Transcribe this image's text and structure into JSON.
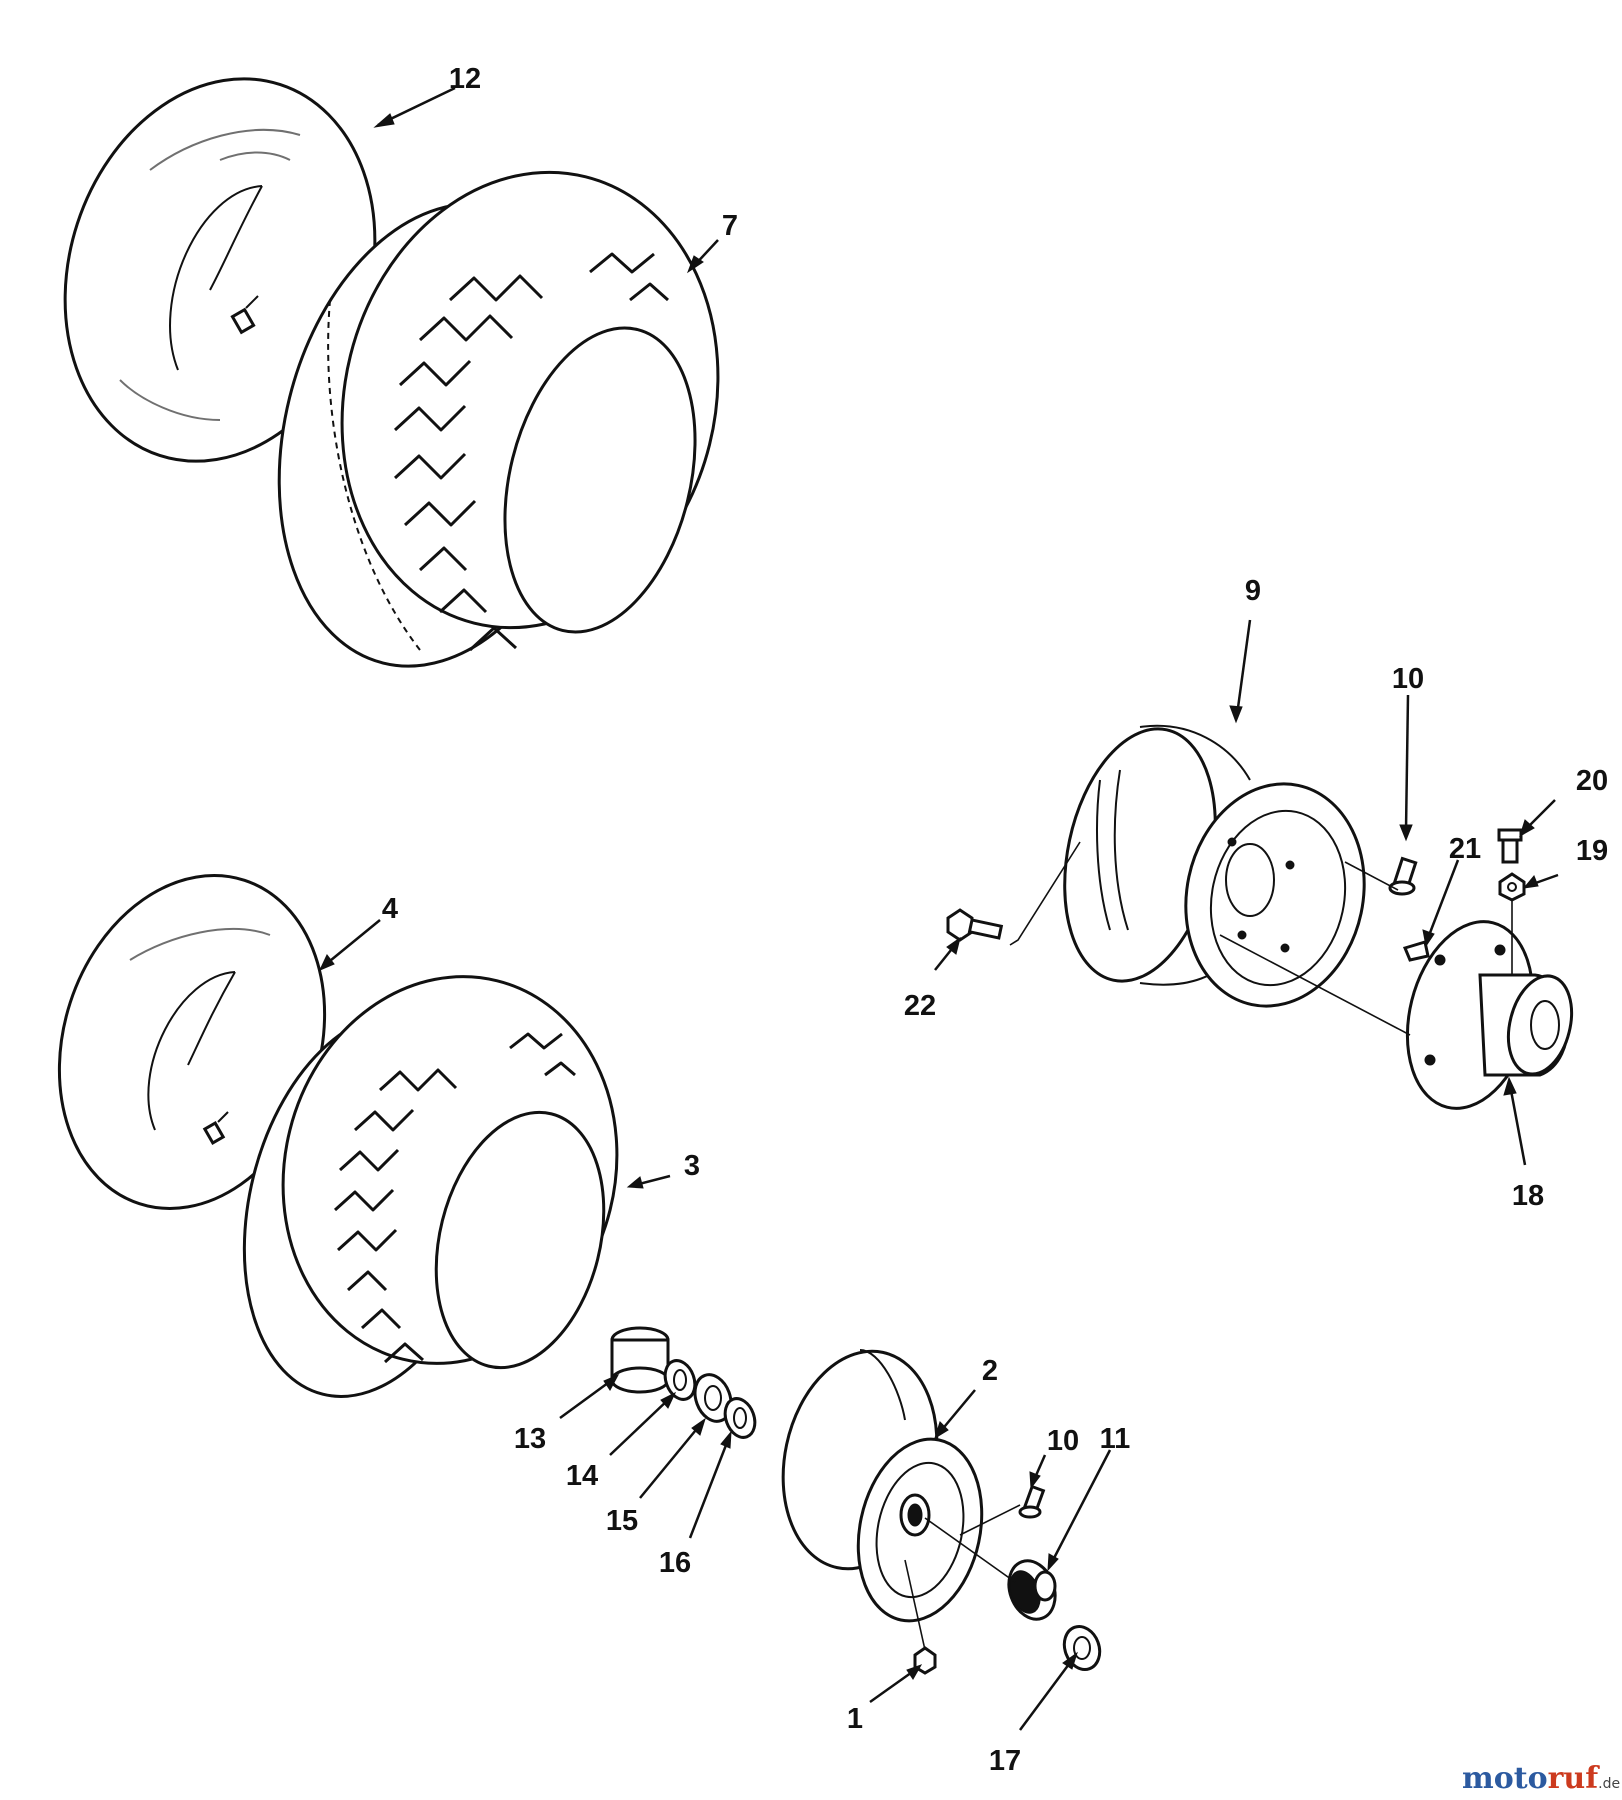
{
  "diagram": {
    "parts": [
      {
        "id": "tube-rear",
        "callout": "12"
      },
      {
        "id": "tire-rear",
        "callout": "7"
      },
      {
        "id": "rim-rear",
        "callout": "9"
      },
      {
        "id": "valve-stem-rear",
        "callout": "10"
      },
      {
        "id": "bolt-20",
        "callout": "20"
      },
      {
        "id": "nut-19",
        "callout": "19"
      },
      {
        "id": "key-21",
        "callout": "21"
      },
      {
        "id": "bolt-22",
        "callout": "22"
      },
      {
        "id": "hub-18",
        "callout": "18"
      },
      {
        "id": "tube-front",
        "callout": "4"
      },
      {
        "id": "tire-front",
        "callout": "3"
      },
      {
        "id": "rim-front",
        "callout": "2"
      },
      {
        "id": "valve-stem-front",
        "callout": "10"
      },
      {
        "id": "bearing-11",
        "callout": "11"
      },
      {
        "id": "spacer-13",
        "callout": "13"
      },
      {
        "id": "washer-14",
        "callout": "14"
      },
      {
        "id": "washer-15",
        "callout": "15"
      },
      {
        "id": "washer-16",
        "callout": "16"
      },
      {
        "id": "fitting-1",
        "callout": "1"
      },
      {
        "id": "washer-17",
        "callout": "17"
      }
    ]
  },
  "watermark": {
    "brand_blue": "moto",
    "brand_red": "ruf",
    "suffix": ".de",
    "color_blue": "#2c5aa0",
    "color_red": "#cc3a1e"
  }
}
